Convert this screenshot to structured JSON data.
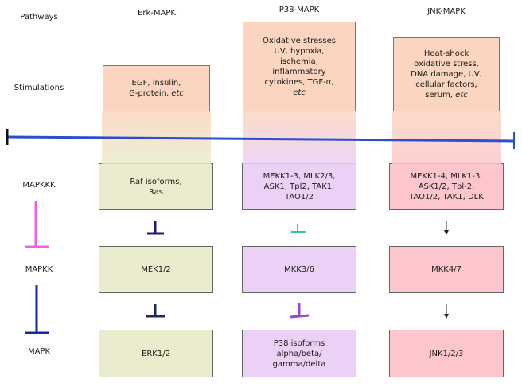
{
  "rows": {
    "pathways": "Pathways",
    "stimulations": "Stimulations",
    "mapkkk": "MAPKKK",
    "mapkk": "MAPKK",
    "mapk": "MAPK"
  },
  "columns": {
    "erk": "Erk-MAPK",
    "p38": "P38-MAPK",
    "jnk": "JNK-MAPK"
  },
  "stimulation_boxes": {
    "erk": [
      "EGF, insulin,",
      "G-protein, etc"
    ],
    "p38": [
      "Oxidative stresses",
      "UV, hypoxia,",
      "ischemia,",
      "inflammatory",
      "cytokines, TGF-α,",
      "etc"
    ],
    "jnk": [
      "Heat-shock",
      "oxidative stress,",
      "DNA damage, UV,",
      "cellular factors,",
      "serum, etc"
    ]
  },
  "mapkkk_boxes": {
    "erk": [
      "Raf isoforms,",
      "Ras"
    ],
    "p38": [
      "MEKK1-3, MLK2/3,",
      "ASK1, Tpl2, TAK1,",
      "TAO1/2"
    ],
    "jnk": [
      "MEKK1-4, MLK1-3,",
      "ASK1/2, Tpl-2,",
      "TAO1/2, TAK1, DLK"
    ]
  },
  "mapkk_boxes": {
    "erk": "MEK1/2",
    "p38": "MKK3/6",
    "jnk": "MKK4/7"
  },
  "mapk_boxes": {
    "erk": "ERK1/2",
    "p38": [
      "P38 isoforms",
      "alpha/beta/",
      "gamma/delta"
    ],
    "jnk": "JNK1/2/3"
  },
  "colors": {
    "membrane_line": "#2a4fd0",
    "legend_pink": "#f25fe6",
    "legend_navy": "#142aa0",
    "erk_inhibitor_1": "#2a1670",
    "erk_inhibitor_2": "#202a58",
    "p38_inhibitor_1": "#32c890",
    "p38_inhibitor_2": "#9a48c8"
  }
}
